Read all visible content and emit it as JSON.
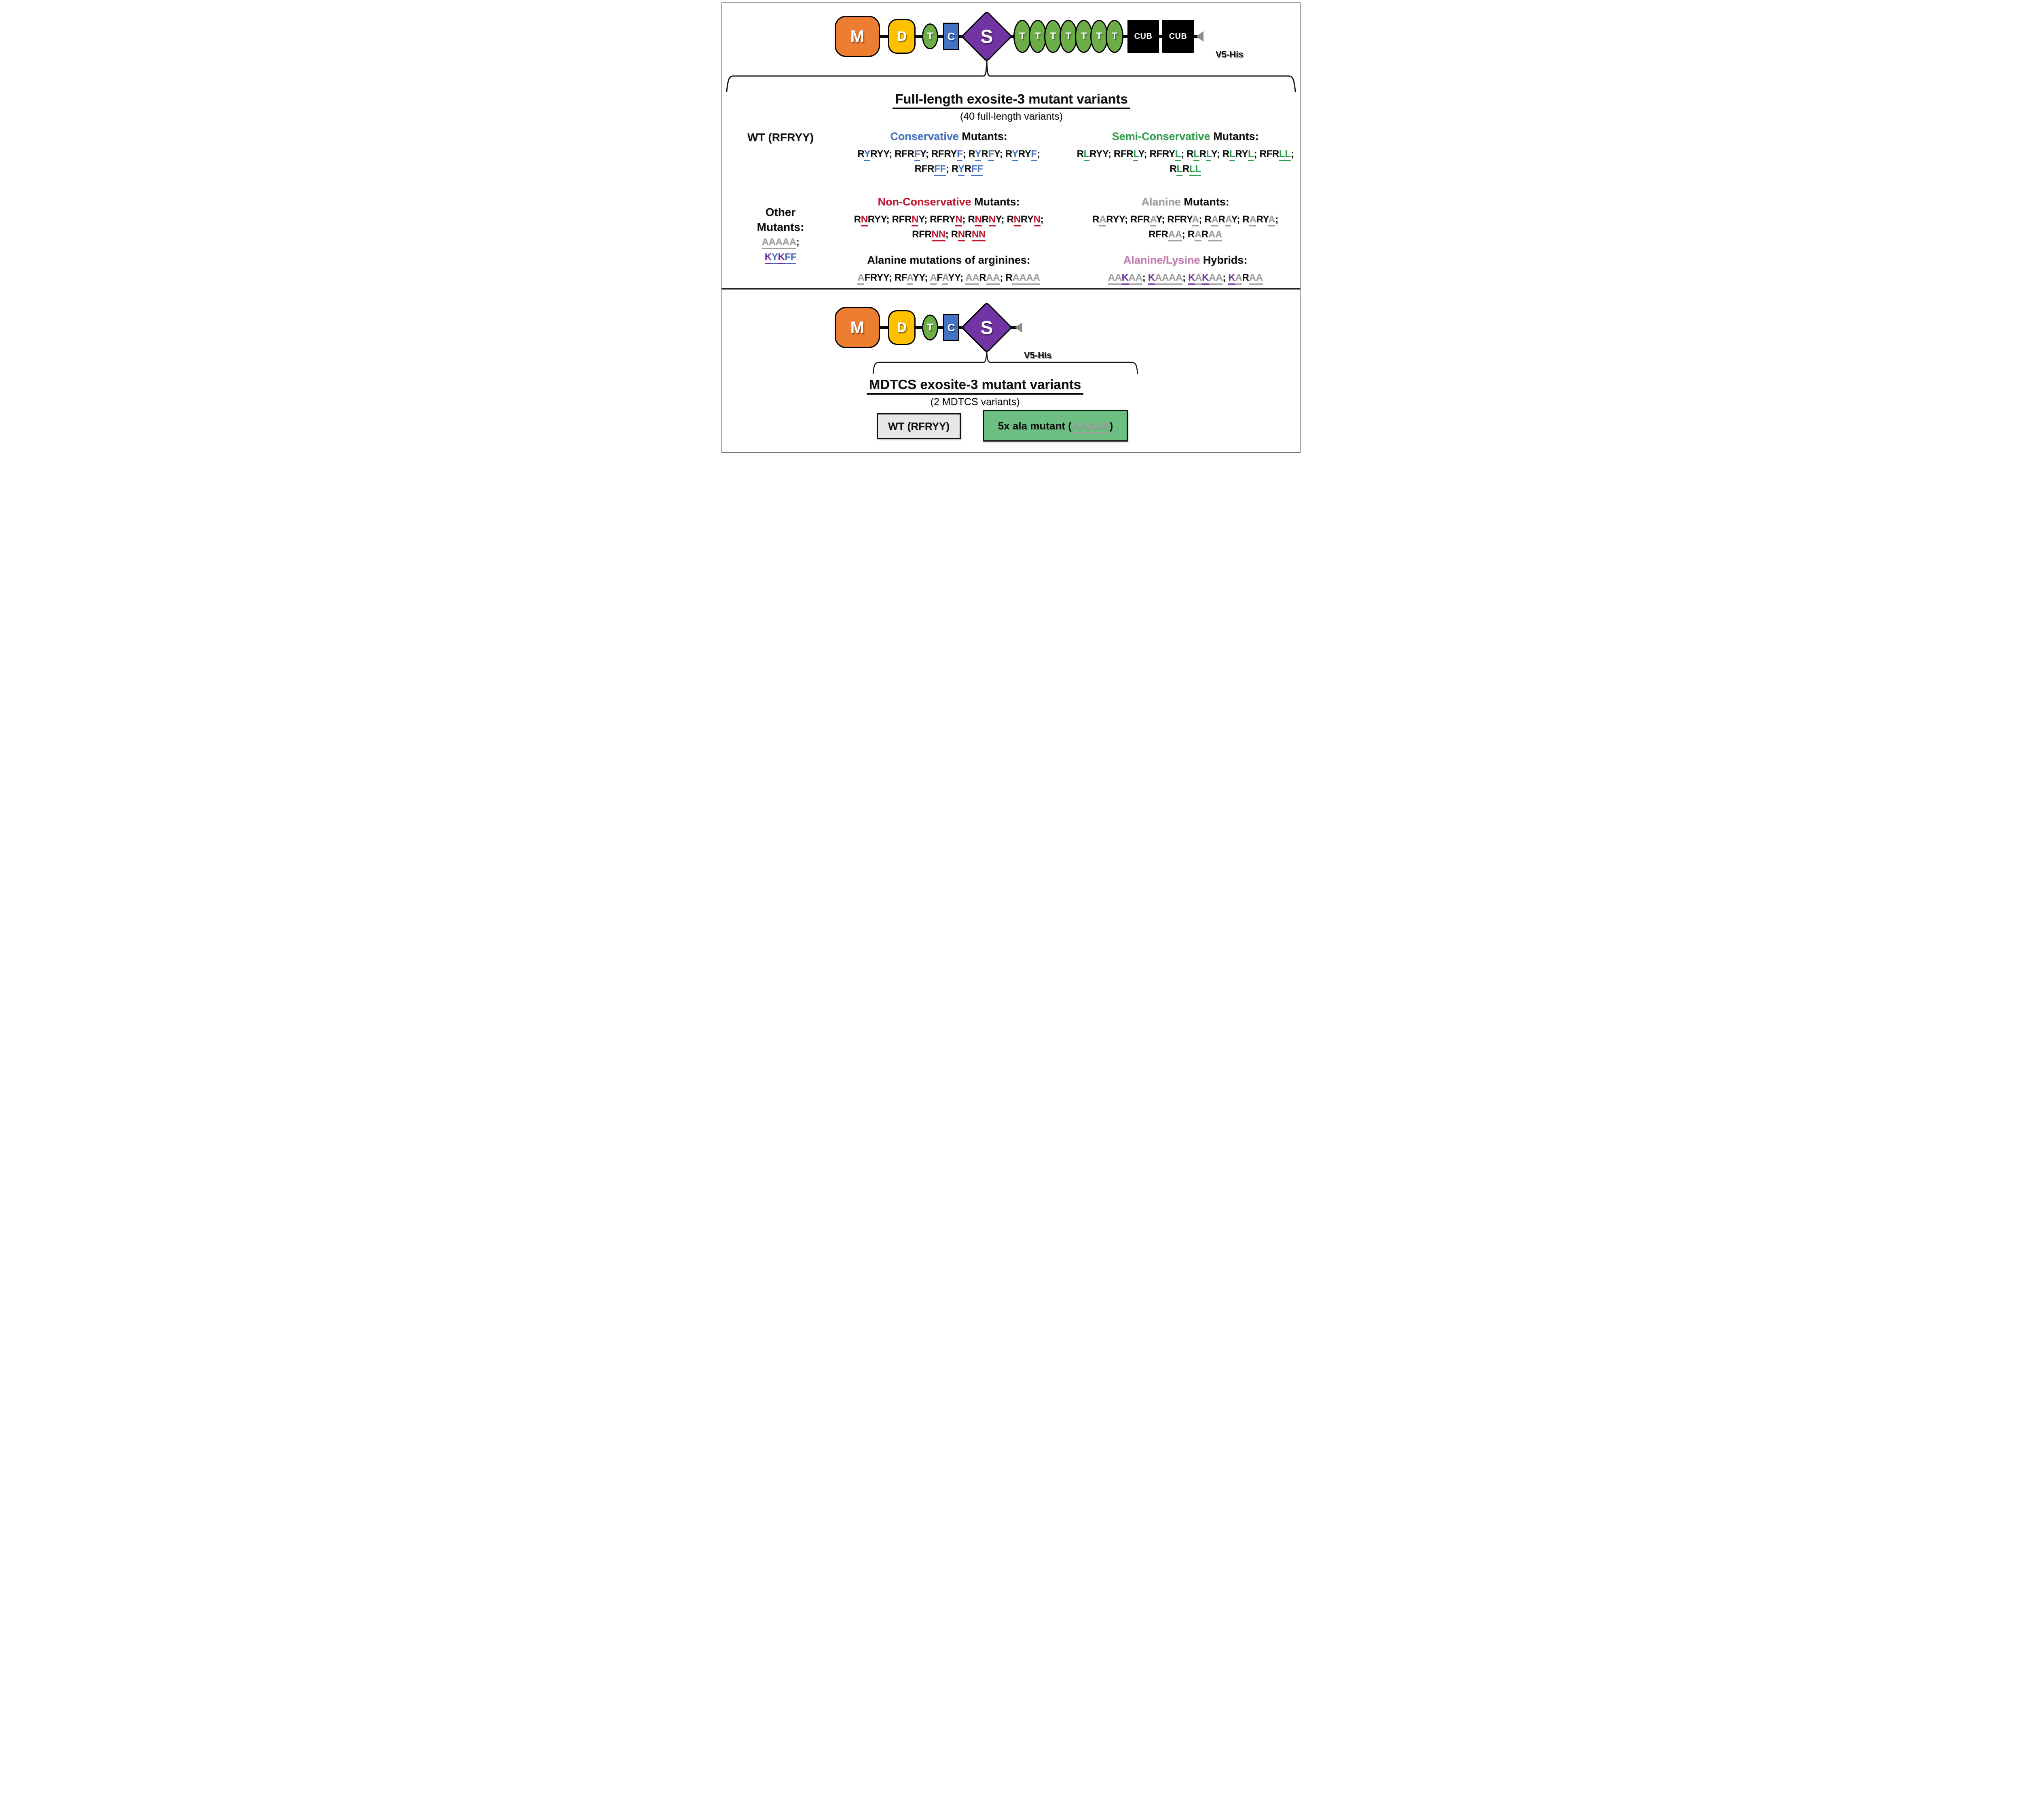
{
  "colors": {
    "orange": "#ED7D31",
    "yellow": "#FFC000",
    "domain_green": "#6CAD47",
    "domain_blue": "#4472C4",
    "domain_purple": "#7233A3",
    "arrow_gray": "#8C8C8C",
    "blue": "#4472C4",
    "green": "#2EA24A",
    "red": "#C5152C",
    "gray": "#9E9E9E",
    "pink": "#C77BB5",
    "purple": "#7030A0",
    "box_gray": "#E8E7E7",
    "box_green": "#6DBE82"
  },
  "tag_label": "V5-His",
  "top": {
    "domains": [
      {
        "label": "M",
        "kind": "m"
      },
      {
        "label": "D",
        "kind": "d"
      },
      {
        "label": "T",
        "kind": "t"
      },
      {
        "label": "C",
        "kind": "c"
      },
      {
        "label": "S",
        "kind": "s"
      },
      {
        "label": "T",
        "kind": "tr"
      },
      {
        "label": "T",
        "kind": "tr"
      },
      {
        "label": "T",
        "kind": "tr"
      },
      {
        "label": "T",
        "kind": "tr"
      },
      {
        "label": "T",
        "kind": "tr"
      },
      {
        "label": "T",
        "kind": "tr"
      },
      {
        "label": "T",
        "kind": "tr"
      },
      {
        "label": "CUB",
        "kind": "cub"
      },
      {
        "label": "CUB",
        "kind": "cub"
      }
    ],
    "title": "Full-length exosite-3 mutant variants",
    "subtitle": "(40 full-length variants)",
    "wt_label": "WT (RFRYY)",
    "other_line1": "Other",
    "other_line2": "Mutants:",
    "other_seqs": [
      [
        [
          "AAAAA",
          "m-gray"
        ],
        [
          ";",
          ""
        ]
      ],
      [
        [
          "K",
          "m-purple"
        ],
        [
          "Y",
          "m-blue"
        ],
        [
          "K",
          "m-purple"
        ],
        [
          "FF",
          "m-blue"
        ]
      ]
    ],
    "groups": {
      "conservative": {
        "heading": [
          [
            "Conservative",
            "c-blue"
          ],
          [
            " Mutants:",
            ""
          ]
        ],
        "lines": [
          [
            [
              "R",
              ""
            ],
            [
              "Y",
              "m-blue"
            ],
            [
              "RYY; RFR",
              ""
            ],
            [
              "F",
              "m-blue"
            ],
            [
              "Y; RFRY",
              ""
            ],
            [
              "F",
              "m-blue"
            ],
            [
              "; R",
              ""
            ],
            [
              "Y",
              "m-blue"
            ],
            [
              "R",
              ""
            ],
            [
              "F",
              "m-blue"
            ],
            [
              "Y; R",
              ""
            ],
            [
              "Y",
              "m-blue"
            ],
            [
              "RY",
              ""
            ],
            [
              "F",
              "m-blue"
            ],
            [
              ";",
              ""
            ]
          ],
          [
            [
              "RFR",
              ""
            ],
            [
              "FF",
              "m-blue"
            ],
            [
              "; R",
              ""
            ],
            [
              "Y",
              "m-blue"
            ],
            [
              "R",
              ""
            ],
            [
              "FF",
              "m-blue"
            ]
          ]
        ]
      },
      "semi_conservative": {
        "heading": [
          [
            "Semi-Conservative",
            "c-green"
          ],
          [
            " Mutants:",
            ""
          ]
        ],
        "lines": [
          [
            [
              "R",
              ""
            ],
            [
              "L",
              "m-green"
            ],
            [
              "RYY; RFR",
              ""
            ],
            [
              "L",
              "m-green"
            ],
            [
              "Y; RFRY",
              ""
            ],
            [
              "L",
              "m-green"
            ],
            [
              "; R",
              ""
            ],
            [
              "L",
              "m-green"
            ],
            [
              "R",
              ""
            ],
            [
              "L",
              "m-green"
            ],
            [
              "Y; R",
              ""
            ],
            [
              "L",
              "m-green"
            ],
            [
              "RY",
              ""
            ],
            [
              "L",
              "m-green"
            ],
            [
              "; RFR",
              ""
            ],
            [
              "LL",
              "m-green"
            ],
            [
              ";",
              ""
            ]
          ],
          [
            [
              "R",
              ""
            ],
            [
              "L",
              "m-green"
            ],
            [
              "R",
              ""
            ],
            [
              "LL",
              "m-green"
            ]
          ]
        ]
      },
      "non_conservative": {
        "heading": [
          [
            "Non-Conservative",
            "c-red"
          ],
          [
            " Mutants:",
            ""
          ]
        ],
        "lines": [
          [
            [
              "R",
              ""
            ],
            [
              "N",
              "m-red"
            ],
            [
              "RYY; RFR",
              ""
            ],
            [
              "N",
              "m-red"
            ],
            [
              "Y; RFRY",
              ""
            ],
            [
              "N",
              "m-red"
            ],
            [
              "; R",
              ""
            ],
            [
              "N",
              "m-red"
            ],
            [
              "R",
              ""
            ],
            [
              "N",
              "m-red"
            ],
            [
              "Y; R",
              ""
            ],
            [
              "N",
              "m-red"
            ],
            [
              "RY",
              ""
            ],
            [
              "N",
              "m-red"
            ],
            [
              ";",
              ""
            ]
          ],
          [
            [
              "RFR",
              ""
            ],
            [
              "NN",
              "m-red"
            ],
            [
              "; R",
              ""
            ],
            [
              "N",
              "m-red"
            ],
            [
              "R",
              ""
            ],
            [
              "NN",
              "m-red"
            ]
          ]
        ]
      },
      "alanine": {
        "heading": [
          [
            "Alanine",
            "c-gray"
          ],
          [
            " Mutants:",
            ""
          ]
        ],
        "lines": [
          [
            [
              "R",
              ""
            ],
            [
              "A",
              "m-gray"
            ],
            [
              "RYY; RFR",
              ""
            ],
            [
              "A",
              "m-gray"
            ],
            [
              "Y; RFRY",
              ""
            ],
            [
              "A",
              "m-gray"
            ],
            [
              "; R",
              ""
            ],
            [
              "A",
              "m-gray"
            ],
            [
              "R",
              ""
            ],
            [
              "A",
              "m-gray"
            ],
            [
              "Y; R",
              ""
            ],
            [
              "A",
              "m-gray"
            ],
            [
              "RY",
              ""
            ],
            [
              "A",
              "m-gray"
            ],
            [
              ";",
              ""
            ]
          ],
          [
            [
              "RFR",
              ""
            ],
            [
              "AA",
              "m-gray"
            ],
            [
              "; R",
              ""
            ],
            [
              "A",
              "m-gray"
            ],
            [
              "R",
              ""
            ],
            [
              "AA",
              "m-gray"
            ]
          ]
        ]
      },
      "ala_arg": {
        "heading": [
          [
            "Alanine mutations of arginines:",
            ""
          ]
        ],
        "lines": [
          [
            [
              "A",
              "m-gray"
            ],
            [
              "FRYY; RF",
              ""
            ],
            [
              "A",
              "m-gray"
            ],
            [
              "YY; ",
              ""
            ],
            [
              "A",
              "m-gray"
            ],
            [
              "F",
              ""
            ],
            [
              "A",
              "m-gray"
            ],
            [
              "YY; ",
              ""
            ],
            [
              "AA",
              "m-gray"
            ],
            [
              "R",
              ""
            ],
            [
              "AA",
              "m-gray"
            ],
            [
              "; R",
              ""
            ],
            [
              "AAAA",
              "m-gray"
            ]
          ]
        ]
      },
      "ala_lys": {
        "heading": [
          [
            "Alanine/Lysine",
            "c-pink"
          ],
          [
            " Hybrids:",
            ""
          ]
        ],
        "lines": [
          [
            [
              "AA",
              "m-gray"
            ],
            [
              "K",
              "m-purple"
            ],
            [
              "AA",
              "m-gray"
            ],
            [
              "; ",
              ""
            ],
            [
              "K",
              "m-purple"
            ],
            [
              "AAAA",
              "m-gray"
            ],
            [
              "; ",
              ""
            ],
            [
              "K",
              "m-purple"
            ],
            [
              "A",
              "m-gray"
            ],
            [
              "K",
              "m-purple"
            ],
            [
              "AA",
              "m-gray"
            ],
            [
              "; ",
              ""
            ],
            [
              "K",
              "m-purple"
            ],
            [
              "A",
              "m-gray"
            ],
            [
              "R",
              ""
            ],
            [
              "AA",
              "m-gray"
            ]
          ]
        ]
      }
    }
  },
  "bottom": {
    "domains": [
      {
        "label": "M",
        "kind": "m"
      },
      {
        "label": "D",
        "kind": "d"
      },
      {
        "label": "T",
        "kind": "t"
      },
      {
        "label": "C",
        "kind": "c"
      },
      {
        "label": "S",
        "kind": "s"
      }
    ],
    "title": "MDTCS exosite-3 mutant variants",
    "subtitle": "(2 MDTCS variants)",
    "wt_box_label": "WT (RFRYY)",
    "ala_box_tokens": [
      [
        "5x ala mutant (",
        ""
      ],
      [
        "AAAAA",
        "m-gray"
      ],
      [
        ")",
        ""
      ]
    ]
  }
}
